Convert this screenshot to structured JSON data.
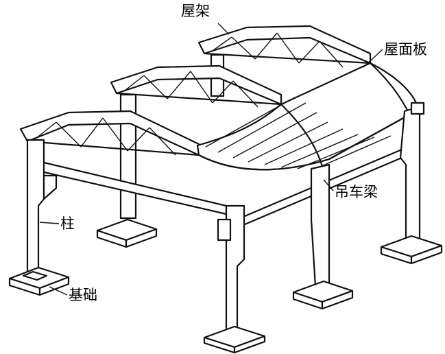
{
  "labels": {
    "roof_truss": "屋架",
    "roof_panel": "屋面板",
    "crane_beam": "吊车梁",
    "column": "柱",
    "foundation": "基础"
  },
  "colors": {
    "ink": "#111111",
    "paper": "#ffffff"
  }
}
